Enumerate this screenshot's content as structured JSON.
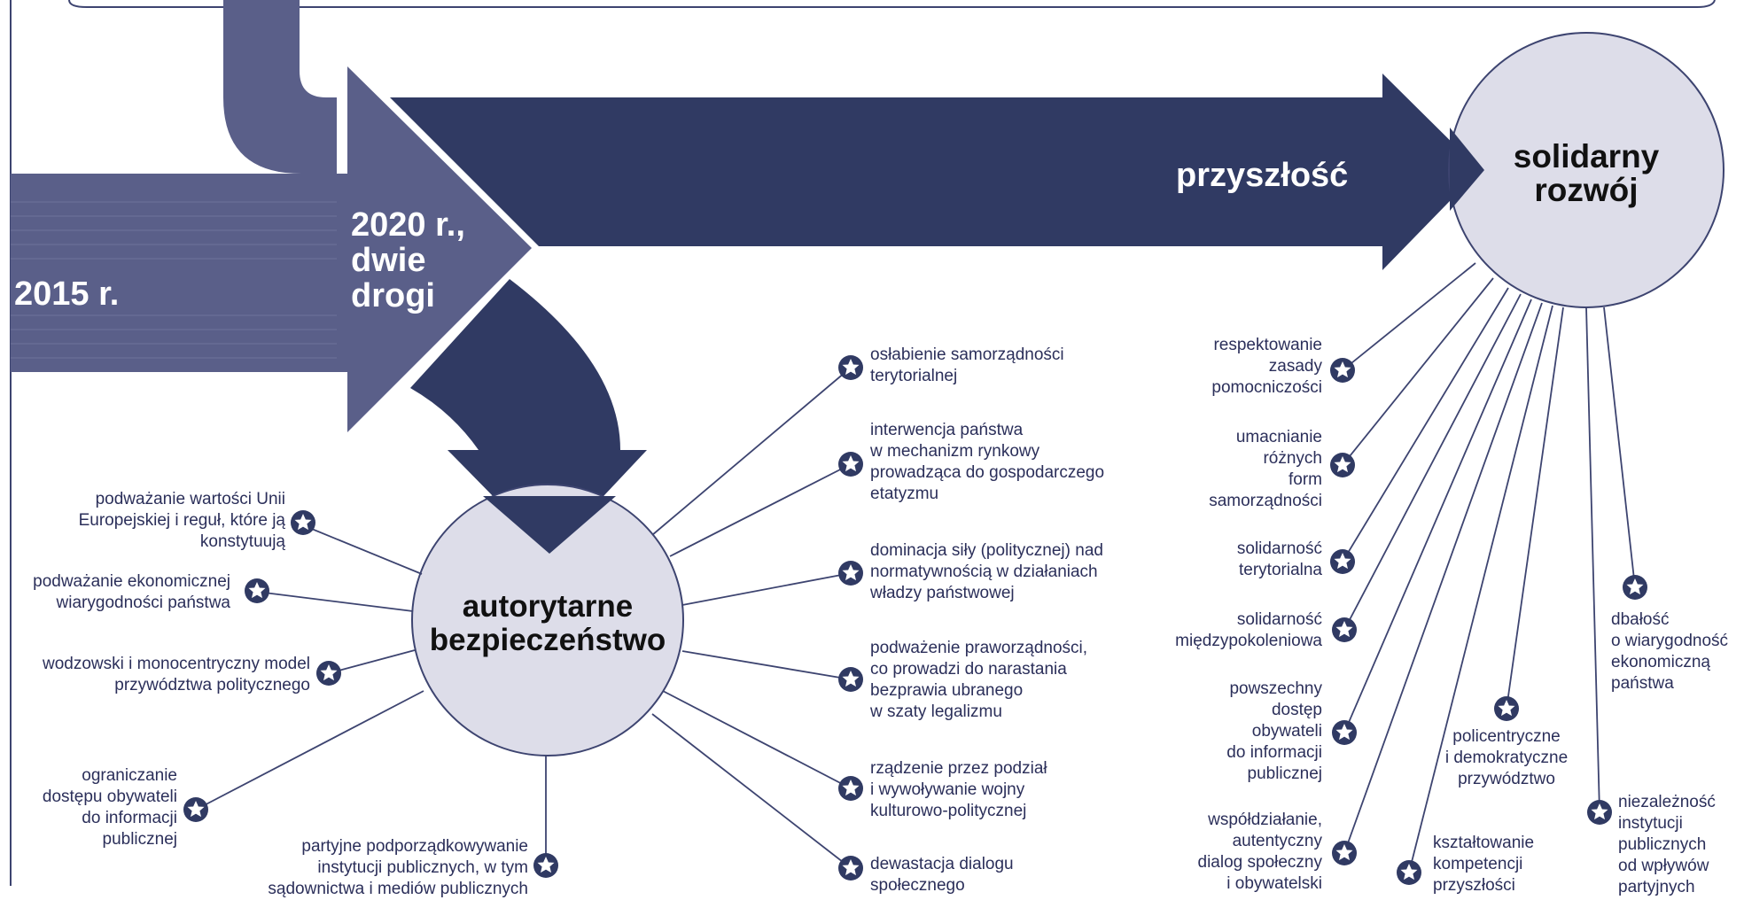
{
  "colors": {
    "dark_navy": "#303a63",
    "slate": "#5a5f89",
    "circle_fill": "#dddde9",
    "line": "#3d4470",
    "text": "#2b2f5a"
  },
  "arrows": {
    "year_2015": "2015 r.",
    "year_2020": [
      "2020 r.,",
      "dwie",
      "drogi"
    ],
    "future": "przyszłość"
  },
  "authoritarian": {
    "title": [
      "autorytarne",
      "bezpieczeństwo"
    ],
    "left_items": [
      [
        "podważanie wartości Unii",
        "Europejskiej i reguł, które ją",
        "konstytuują"
      ],
      [
        "podważanie ekonomicznej",
        "wiarygodności państwa"
      ],
      [
        "wodzowski i monocentryczny model",
        "przywództwa politycznego"
      ],
      [
        "ograniczanie",
        "dostępu obywateli",
        "do informacji",
        "publicznej"
      ],
      [
        "partyjne podporządkowywanie",
        "instytucji publicznych, w tym",
        "sądownictwa i mediów publicznych"
      ]
    ],
    "right_items": [
      [
        "osłabienie samorządności",
        "terytorialnej"
      ],
      [
        "interwencja państwa",
        "w mechanizm rynkowy",
        "prowadząca do gospodarczego",
        "etatyzmu"
      ],
      [
        "dominacja siły (politycznej) nad",
        "normatywnością w działaniach",
        "władzy państwowej"
      ],
      [
        "podważenie praworządności,",
        "co prowadzi do narastania",
        "bezprawia ubranego",
        "w szaty legalizmu"
      ],
      [
        "rządzenie przez podział",
        "i wywoływanie wojny",
        "kulturowo-politycznej"
      ],
      [
        "dewastacja dialogu",
        "społecznego"
      ]
    ]
  },
  "solidarity": {
    "title": [
      "solidarny",
      "rozwój"
    ],
    "items": [
      [
        "respektowanie",
        "zasady",
        "pomocniczości"
      ],
      [
        "umacnianie",
        "różnych",
        "form",
        "samorządności"
      ],
      [
        "solidarność",
        "terytorialna"
      ],
      [
        "solidarność",
        "międzypokoleniowa"
      ],
      [
        "powszechny",
        "dostęp",
        "obywateli",
        "do informacji",
        "publicznej"
      ],
      [
        "współdziałanie,",
        "autentyczny",
        "dialog społeczny",
        "i obywatelski"
      ],
      [
        "kształtowanie",
        "kompetencji",
        "przyszłości"
      ],
      [
        "policentryczne",
        "i demokratyczne",
        "przywództwo"
      ],
      [
        "niezależność",
        "instytucji",
        "publicznych",
        "od wpływów",
        "partyjnych"
      ],
      [
        "dbałość",
        "o wiarygodność",
        "ekonomiczną",
        "państwa"
      ]
    ]
  }
}
